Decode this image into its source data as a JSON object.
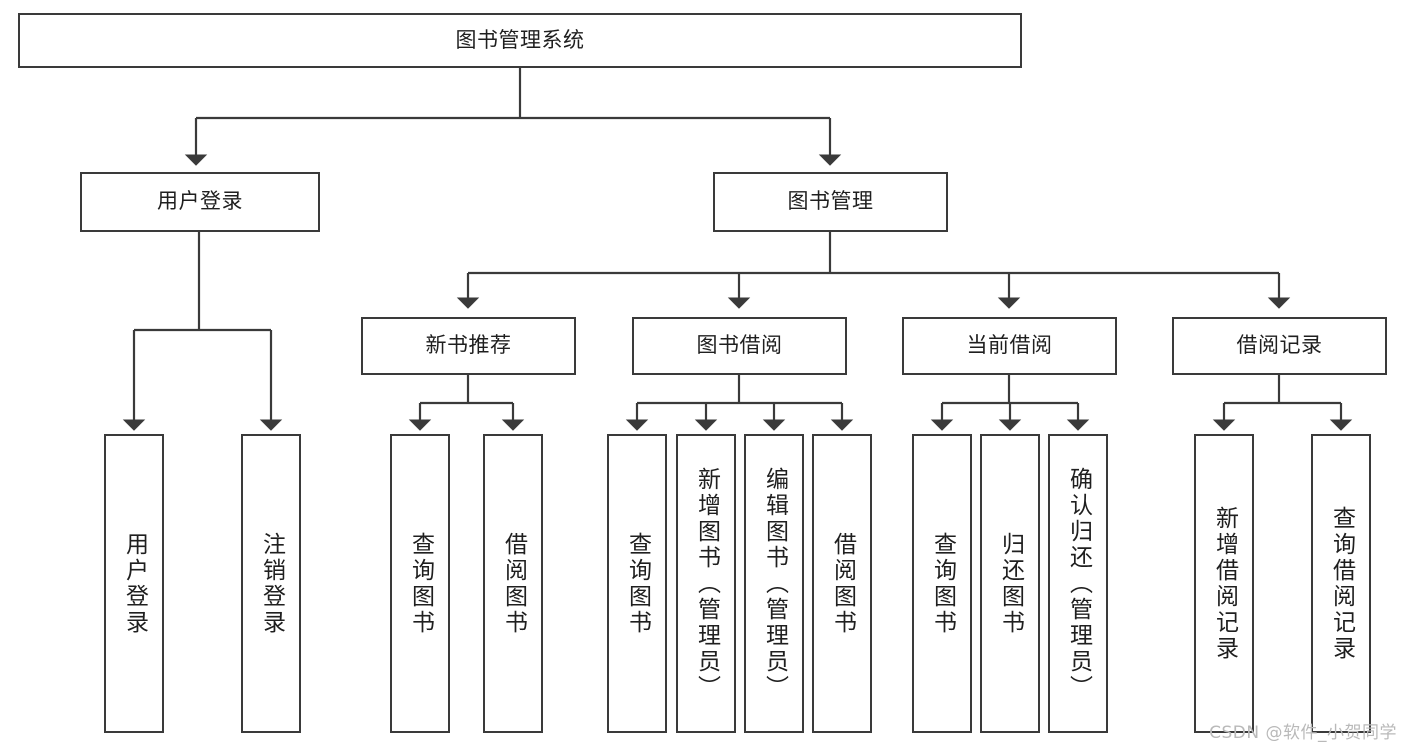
{
  "diagram": {
    "type": "tree",
    "title": "图书管理系统",
    "root": {
      "label": "图书管理系统"
    },
    "level1": [
      {
        "label": "用户登录"
      },
      {
        "label": "图书管理"
      }
    ],
    "level2": [
      {
        "label": "新书推荐"
      },
      {
        "label": "图书借阅"
      },
      {
        "label": "当前借阅"
      },
      {
        "label": "借阅记录"
      }
    ],
    "leaves": {
      "user_login": [
        {
          "label": "用户登录"
        },
        {
          "label": "注销登录"
        }
      ],
      "new_book": [
        {
          "label": "查询图书"
        },
        {
          "label": "借阅图书"
        }
      ],
      "book_borrow": [
        {
          "label": "查询图书"
        },
        {
          "label": "新增图书（管理员）"
        },
        {
          "label": "编辑图书（管理员）"
        },
        {
          "label": "借阅图书"
        }
      ],
      "current_borrow": [
        {
          "label": "查询图书"
        },
        {
          "label": "归还图书"
        },
        {
          "label": "确认归还（管理员）"
        }
      ],
      "borrow_record": [
        {
          "label": "新增借阅记录"
        },
        {
          "label": "查询借阅记录"
        }
      ]
    }
  },
  "watermark": {
    "text": "CSDN @软件_小贺同学"
  },
  "colors": {
    "border": "#3a3a3a",
    "background": "#ffffff",
    "text": "#1f1f1f",
    "watermark": "#b9b9b9"
  }
}
